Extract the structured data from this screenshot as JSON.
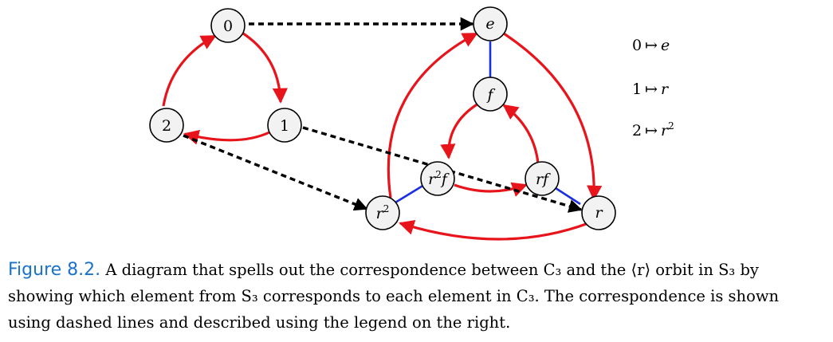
{
  "diagram": {
    "c3_nodes": [
      "0",
      "1",
      "2"
    ],
    "s3_nodes": {
      "e": "e",
      "f": "f",
      "rf": "rf",
      "r2f_base": "r",
      "r2f_exp": "2",
      "r2f_tail": "f",
      "r": "r",
      "r2_base": "r",
      "r2_exp": "2"
    },
    "legend": [
      {
        "from": "0",
        "arrow": "↦",
        "to": "e",
        "exp": ""
      },
      {
        "from": "1",
        "arrow": "↦",
        "to": "r",
        "exp": ""
      },
      {
        "from": "2",
        "arrow": "↦",
        "to": "r",
        "exp": "2"
      }
    ],
    "colors": {
      "red": "#e8141b",
      "blue": "#1a2fe0",
      "black": "#000000",
      "caption_label": "#1a73c9"
    }
  },
  "caption": {
    "label": "Figure 8.2.",
    "line1": "A diagram that spells out the correspondence between C₃ and the ⟨r⟩ orbit in S₃ by",
    "line2": "showing which element from S₃ corresponds to each element in C₃. The correspondence is shown",
    "line3": "using dashed lines and described using the legend on the right."
  }
}
